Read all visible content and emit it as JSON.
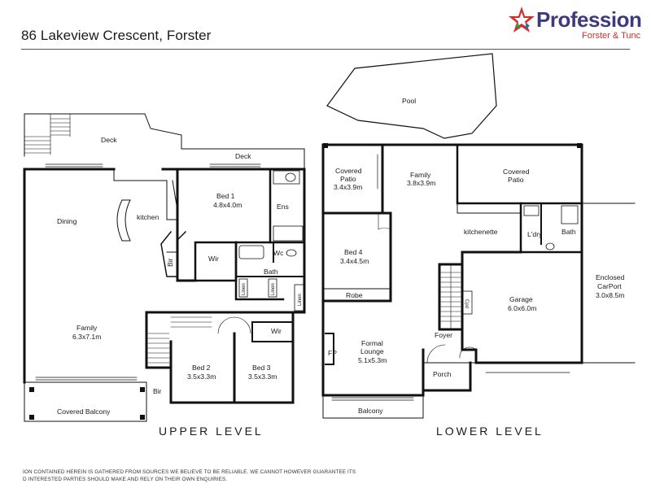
{
  "header": {
    "address": "86 Lakeview Crescent, Forster",
    "brand_name": "Profession",
    "brand_sub": "Forster & Tunc"
  },
  "upper": {
    "level_label": "UPPER LEVEL",
    "rooms": {
      "deck_top": "Deck",
      "deck_right": "Deck",
      "dining": "Dining",
      "kitchen": "kitchen",
      "bed1_name": "Bed 1",
      "bed1_size": "4.8x4.0m",
      "ens": "Ens",
      "bir_upper": "Bir",
      "wir_bed1": "Wir",
      "wc": "Wc",
      "bath": "Bath",
      "linen_1": "Linen",
      "linen_2": "Linen",
      "linen_3": "Linen",
      "family_name": "Family",
      "family_size": "6.3x7.1m",
      "wir_bed3": "Wir",
      "bed2_name": "Bed 2",
      "bed2_size": "3.5x3.3m",
      "bed3_name": "Bed 3",
      "bed3_size": "3.5x3.3m",
      "bir_lower": "Bir",
      "covered_balcony": "Covered Balcony"
    }
  },
  "lower": {
    "level_label": "LOWER LEVEL",
    "rooms": {
      "pool": "Pool",
      "covered_patio_left_name": "Covered",
      "covered_patio_left_name2": "Patio",
      "covered_patio_left_size": "3.4x3.9m",
      "family_name": "Family",
      "family_size": "3.8x3.9m",
      "covered_patio_right_name": "Covered",
      "covered_patio_right_name2": "Patio",
      "kitchenette": "kitchenette",
      "laundry": "L'dry",
      "bath": "Bath",
      "bed4_name": "Bed 4",
      "bed4_size": "3.4x4.5m",
      "robe": "Robe",
      "garage_name": "Garage",
      "garage_size": "6.0x6.0m",
      "cpd": "Cpd",
      "enclosed_name": "Enclosed",
      "enclosed_name2": "CarPort",
      "enclosed_size": "3.0x8.5m",
      "fp": "FP",
      "formal_name": "Formal",
      "formal_name2": "Lounge",
      "formal_size": "5.1x5.3m",
      "foyer": "Foyer",
      "porch": "Porch",
      "balcony": "Balcony"
    }
  },
  "footer": {
    "line1": "ION CONTAINED HEREIN IS GATHERED FROM SOURCES WE BELIEVE TO BE RELIABLE. WE CANNOT HOWEVER GUARANTEE ITS",
    "line2": "D INTERESTED PARTIES SHOULD MAKE AND RELY ON THEIR OWN ENQUIRIES."
  },
  "colors": {
    "wall": "#111111",
    "brand_navy": "#3d3b7d",
    "brand_red": "#d62b2b"
  }
}
